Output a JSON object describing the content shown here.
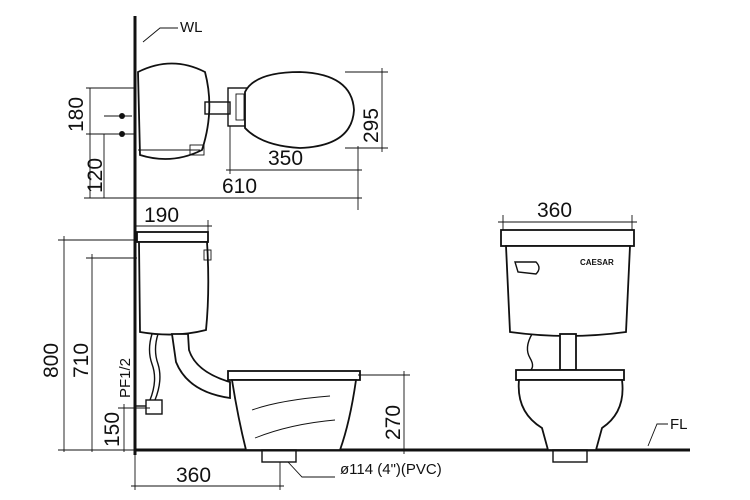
{
  "labels": {
    "wall": "WL",
    "floor": "FL",
    "brand": "CAESAR",
    "pipe": "ø114 (4\")(PVC)",
    "connection": "PF1/2"
  },
  "dimensions": {
    "top_180": "180",
    "top_120": "120",
    "seat_depth": "295",
    "seat_length": "350",
    "total_length": "610",
    "tank_depth": "190",
    "total_height": "800",
    "tank_outlet_height": "710",
    "valve_height": "150",
    "bowl_height": "270",
    "outlet_distance": "360",
    "tank_width": "360"
  }
}
